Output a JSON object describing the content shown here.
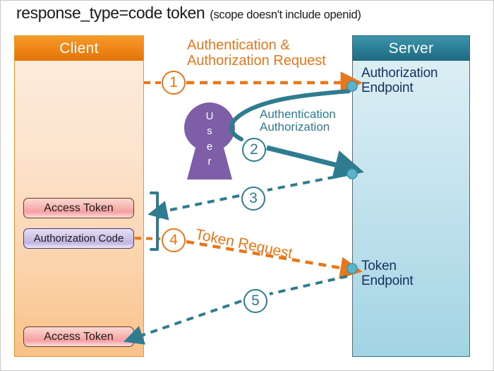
{
  "title": {
    "main": "response_type=code token",
    "note": "(scope doesn't include openid)"
  },
  "actors": {
    "client": {
      "name": "Client",
      "header_color": "#ef8416",
      "body_color": "#fbd3ac"
    },
    "server": {
      "name": "Server",
      "header_color": "#2b7f97",
      "body_color": "#b6dde9",
      "endpoints": [
        {
          "label": "Authorization\nEndpoint",
          "line1": "Authorization",
          "line2": "Endpoint"
        },
        {
          "label": "Token\nEndpoint",
          "line1": "Token",
          "line2": "Endpoint"
        }
      ]
    },
    "user": {
      "name": "User",
      "letters": [
        "U",
        "s",
        "e",
        "r"
      ],
      "color": "#7f5ea8"
    }
  },
  "client_artifacts": [
    {
      "id": "access-token-top",
      "label": "Access Token",
      "color": "#f5a0a4"
    },
    {
      "id": "authorization-code",
      "label": "Authorization Code",
      "color": "#c0b5e3"
    },
    {
      "id": "access-token-bottom",
      "label": "Access Token",
      "color": "#f5a0a4"
    }
  ],
  "flow": {
    "steps": [
      {
        "number": "1",
        "label_line1": "Authentication &",
        "label_line2": "Authorization Request",
        "color": "#e8761b",
        "style": "dashed",
        "direction": "client-to-server"
      },
      {
        "number": "2",
        "label_line1": "Authentication",
        "label_line2": "Authorization",
        "color": "#2f7c91",
        "style": "solid-curve",
        "direction": "server-to-user-to-server"
      },
      {
        "number": "3",
        "label_line1": "",
        "label_line2": "",
        "color": "#2f7c91",
        "style": "dashed",
        "direction": "server-to-client"
      },
      {
        "number": "4",
        "label_line1": "Token Request",
        "label_line2": "",
        "color": "#e8761b",
        "style": "dashed",
        "direction": "client-to-server"
      },
      {
        "number": "5",
        "label_line1": "",
        "label_line2": "",
        "color": "#2f7c91",
        "style": "dashed",
        "direction": "server-to-client"
      }
    ]
  },
  "colors": {
    "orange": "#e8761b",
    "teal": "#2f7c91",
    "purple": "#7f5ea8",
    "navy": "#15305e"
  }
}
